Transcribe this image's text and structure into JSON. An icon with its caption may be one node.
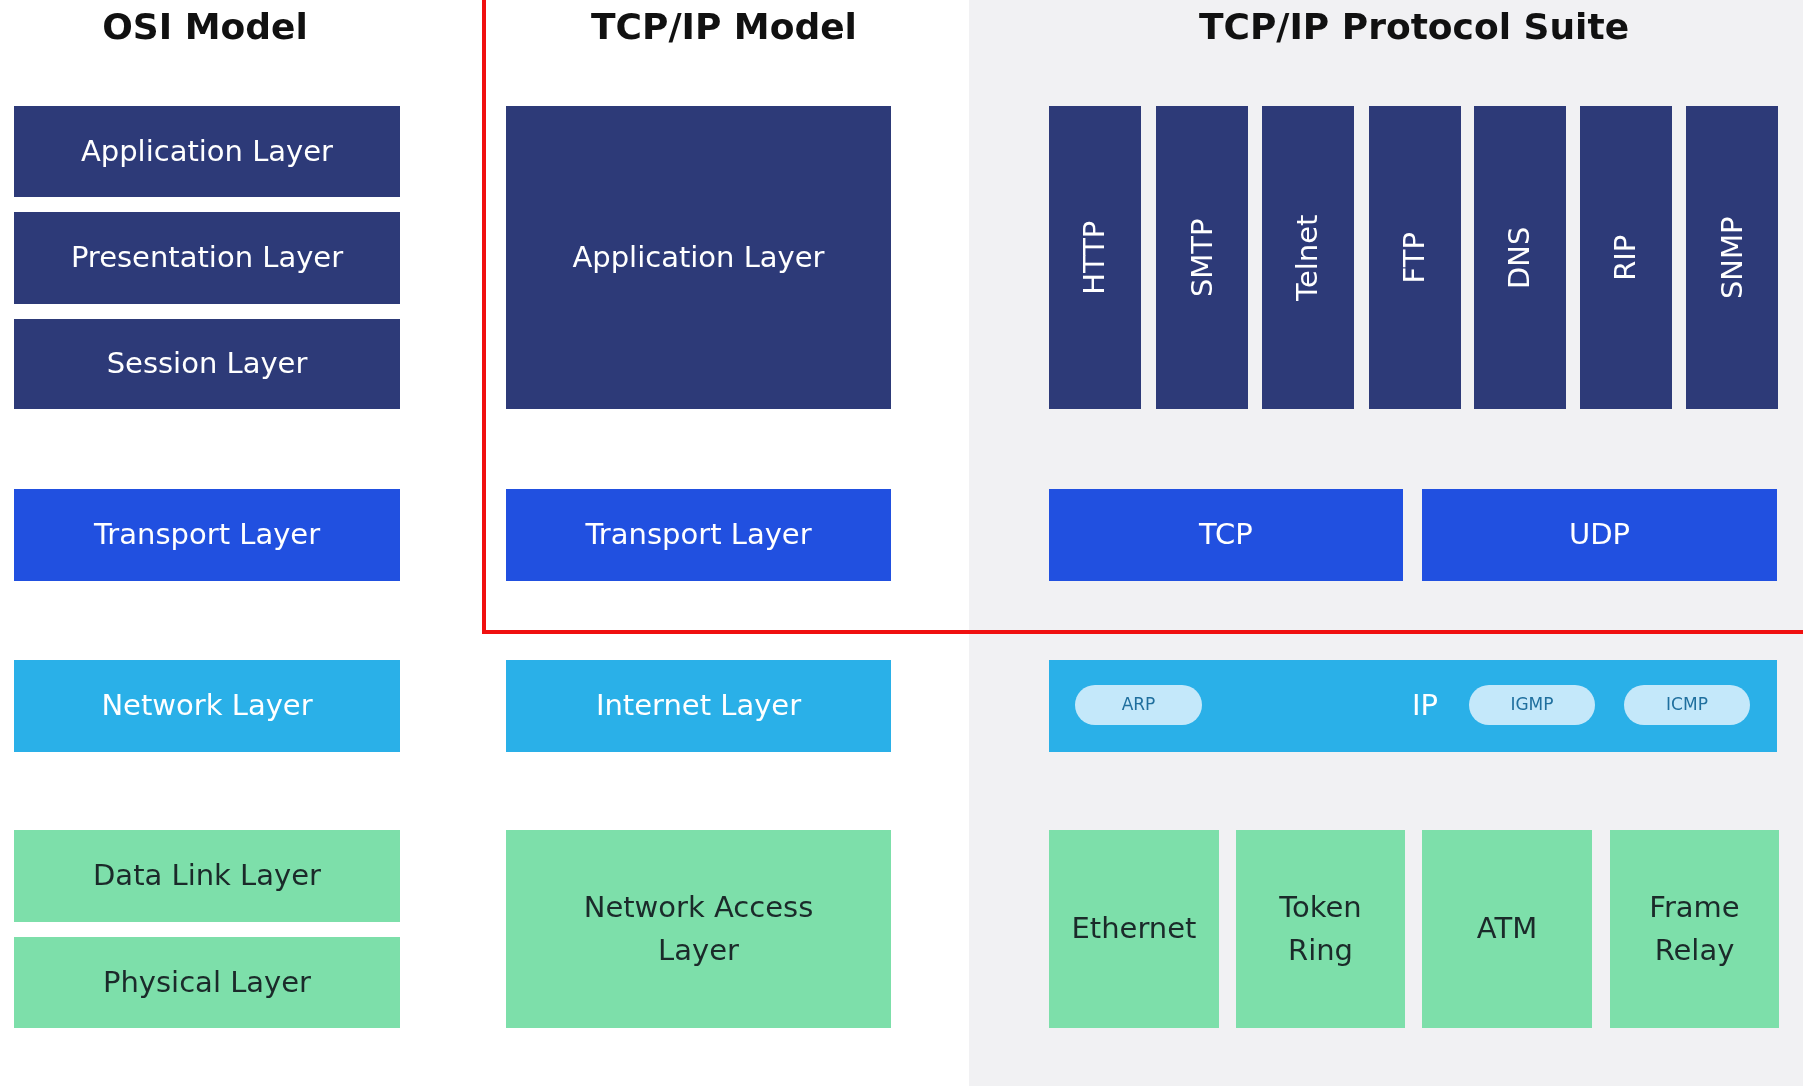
{
  "diagram": {
    "nodes": [
      {
        "text": [
          "Application Layer"
        ]
      },
      {
        "text": [
          "Presentation Layer"
        ]
      },
      {
        "text": [
          "Session Layer"
        ]
      },
      {
        "text": [
          "Transport Layer"
        ]
      },
      {
        "text": [
          "Network Layer"
        ]
      },
      {
        "text": [
          "Data Link Layer"
        ]
      },
      {
        "text": [
          "Physical Layer"
        ]
      },
      {
        "text": [
          "Application Layer"
        ]
      },
      {
        "text": [
          "Transport Layer"
        ]
      },
      {
        "text": [
          "Internet Layer"
        ]
      },
      {
        "text": [
          "Network Access Layer"
        ]
      },
      {
        "text": [
          "HTTP"
        ]
      },
      {
        "text": [
          "SMTP"
        ]
      },
      {
        "text": [
          "Telnet"
        ]
      },
      {
        "text": [
          "FTP"
        ]
      },
      {
        "text": [
          "DNS"
        ]
      },
      {
        "text": [
          "RIP"
        ]
      },
      {
        "text": [
          "SNMP"
        ]
      },
      {
        "text": [
          "TCP"
        ]
      },
      {
        "text": [
          "UDP"
        ]
      },
      {
        "text": [
          "IP"
        ]
      },
      {
        "text": [
          "ARP"
        ],
        "in": 20
      },
      {
        "text": [
          "IGMP"
        ],
        "in": 20
      },
      {
        "text": [
          "ICMP"
        ],
        "in": 20
      },
      {
        "text": [
          "Ethernet"
        ]
      },
      {
        "text": [
          "Token Ring"
        ]
      },
      {
        "text": [
          "ATM"
        ]
      },
      {
        "text": [
          "Frame Relay"
        ]
      }
    ],
    "labels": [
      "OSI Model",
      "TCP/IP Model",
      "TCP/IP Protocol Suite"
    ]
  }
}
